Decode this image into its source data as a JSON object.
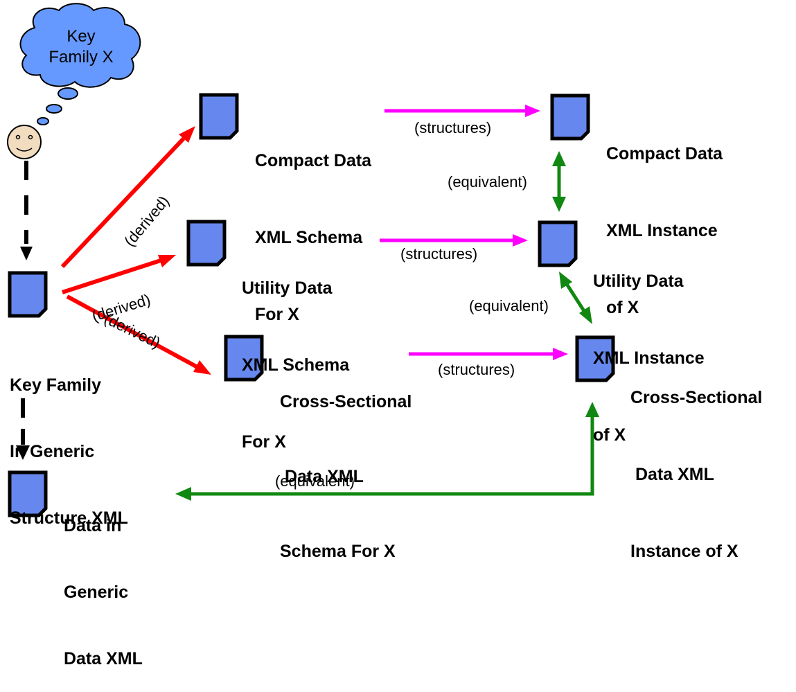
{
  "thought": {
    "lines": [
      "Key",
      "Family X"
    ]
  },
  "nodes": {
    "key_family": {
      "lines": [
        "Key Family",
        "In Generic",
        "Structure XML"
      ]
    },
    "data_generic": {
      "lines": [
        "Data in",
        "Generic",
        "Data XML"
      ]
    },
    "compact_schema": {
      "lines": [
        "Compact Data",
        "XML Schema",
        "For X"
      ]
    },
    "utility_schema": {
      "lines": [
        "Utility Data",
        "XML Schema",
        "For X"
      ]
    },
    "cross_schema": {
      "lines": [
        "Cross-Sectional",
        " Data XML",
        "Schema For X"
      ]
    },
    "compact_instance": {
      "lines": [
        "Compact Data",
        "XML Instance",
        "of X"
      ]
    },
    "utility_instance": {
      "lines": [
        "Utility Data",
        "XML Instance",
        "of X"
      ]
    },
    "cross_instance": {
      "lines": [
        "Cross-Sectional",
        " Data XML",
        "Instance of X"
      ]
    }
  },
  "edges": {
    "derived_compact": "(derived)",
    "derived_utility": "(derived)",
    "derived_cross": "(derived)",
    "structures_compact": "(structures)",
    "structures_utility": "(structures)",
    "structures_cross": "(structures)",
    "equivalent_compact_utility": "(equivalent)",
    "equivalent_utility_cross": "(equivalent)",
    "equivalent_generic_cross": "(equivalent)"
  },
  "colors": {
    "document_fill": "#6688ee",
    "derived_arrow": "#ff0000",
    "structures_arrow": "#ff00ff",
    "equivalent_arrow": "#118811",
    "dashed_arrow": "#000000",
    "cloud_fill": "#6699ff",
    "face_fill": "#f2dcc0"
  }
}
